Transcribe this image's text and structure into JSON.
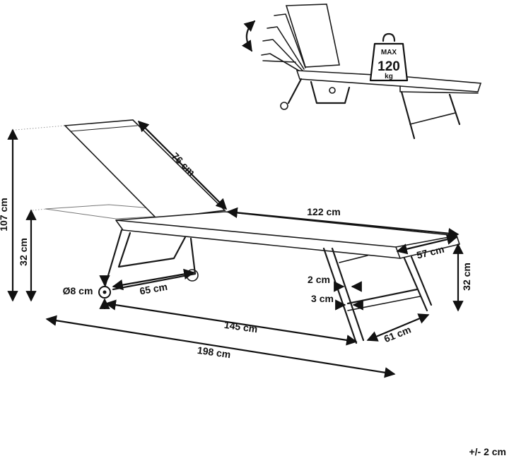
{
  "dimensions": {
    "backrest_length": "76 cm",
    "frame_length": "122 cm",
    "width": "57 cm",
    "leg_height_right": "32 cm",
    "total_height": "107 cm",
    "seat_height_left": "32 cm",
    "wheel_diameter": "Ø8 cm",
    "wheel_frame": "65 cm",
    "tube_a": "2 cm",
    "tube_b": "3 cm",
    "base_length": "145 cm",
    "leg_width": "61 cm",
    "total_length": "198 cm"
  },
  "max_load": {
    "top": "MAX",
    "value": "120",
    "unit": "kg"
  },
  "tolerance": "+/- 2 cm"
}
